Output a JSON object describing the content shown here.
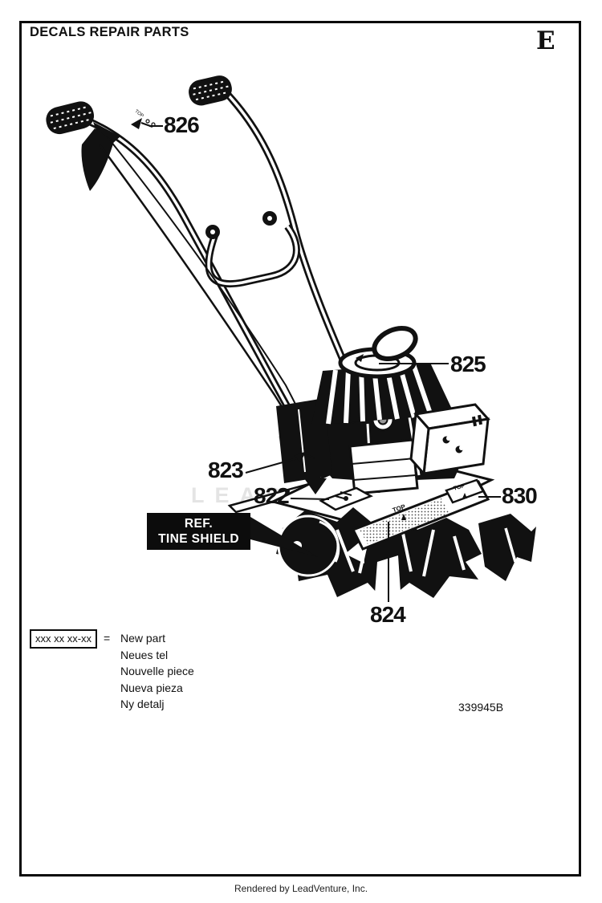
{
  "page": {
    "title": "DECALS REPAIR PARTS",
    "section_letter": "E",
    "document_number": "339945B",
    "footer_credit": "Rendered by LeadVenture, Inc.",
    "watermark": "LEADVENTURE"
  },
  "diagram": {
    "callouts": {
      "c826": "826",
      "c825": "825",
      "c823": "823",
      "c822": "822",
      "c830": "830",
      "c824": "824"
    },
    "ref_label": {
      "line1": "REF.",
      "line2": "TINE SHIELD"
    },
    "decals": {
      "handlebar_top": "TOP",
      "shield_band_top": "TOP",
      "side_plate_top": "TOP"
    }
  },
  "legend": {
    "part_number_mask": "xxx xx xx-xx",
    "equals_sign": "=",
    "translations": [
      "New part",
      "Neues tel",
      "Nouvelle piece",
      "Nueva pieza",
      "Ny detalj"
    ]
  }
}
